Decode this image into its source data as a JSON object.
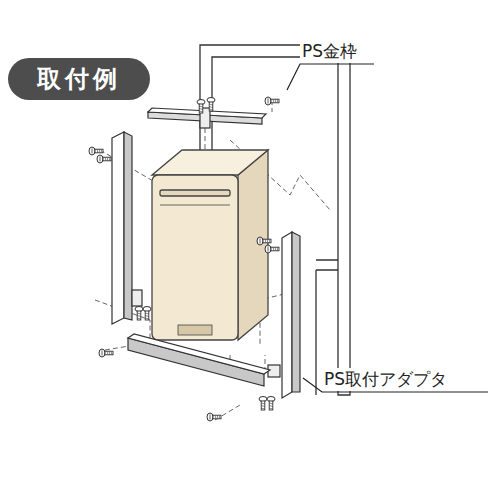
{
  "diagram": {
    "nodes": [
      {
        "text": [
          "取付例"
        ]
      }
    ],
    "labels": [
      "PS金枠",
      "PS取付アダプタ"
    ]
  }
}
